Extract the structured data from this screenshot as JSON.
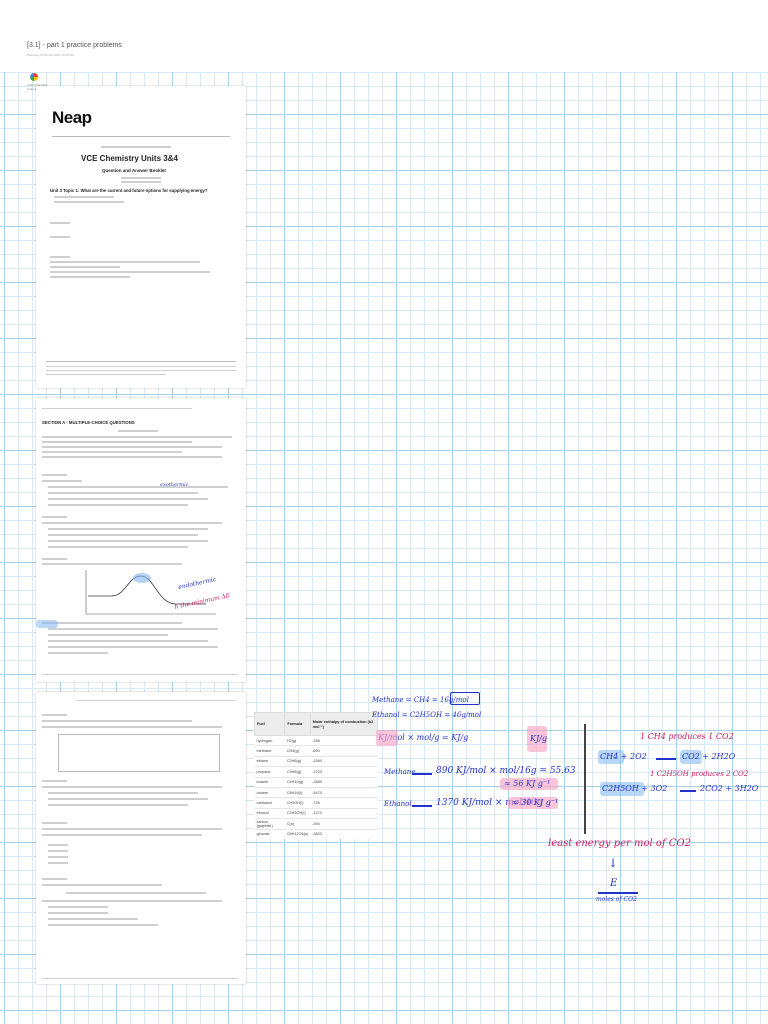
{
  "header": {
    "title": "[3.1] - part 1 practice problems",
    "meta": "Saturday, 00 Month 2024    10:00 AM"
  },
  "attachment": {
    "icon": "document-icon",
    "label": "VCE Chemistry Units 3&4"
  },
  "page1": {
    "logo": "Neap",
    "exam": "VCE Chemistry Units 3&4",
    "subtitle": "Question and Answer Booklet",
    "topic": "Unit 3 Topic 1: What are the current and future options for supplying energy?"
  },
  "page2": {
    "section": "SECTION A - MULTIPLE-CHOICE QUESTIONS"
  },
  "table": {
    "headers": [
      "Fuel",
      "Formula",
      "Molar enthalpy of combustion (kJ mol⁻¹)"
    ],
    "rows": [
      [
        "hydrogen",
        "H2(g)",
        "-286"
      ],
      [
        "methane",
        "CH4(g)",
        "-890"
      ],
      [
        "ethane",
        "C2H6(g)",
        "-1560"
      ],
      [
        "propane",
        "C3H8(g)",
        "-2220"
      ],
      [
        "butane",
        "C4H10(g)",
        "-2880"
      ],
      [
        "octane",
        "C8H18(l)",
        "-5470"
      ],
      [
        "methanol",
        "CH3OH(l)",
        "-726"
      ],
      [
        "ethanol",
        "C2H5OH(l)",
        "-1370"
      ],
      [
        "carbon (graphite)",
        "C(s)",
        "-394"
      ],
      [
        "glucose",
        "C6H12O6(s)",
        "-2803"
      ]
    ]
  },
  "notes": {
    "methane_formula": "Methane = CH4 = 16g/mol",
    "ethanol_formula": "Ethanol = C2H5OH = 46g/mol",
    "unit_eq_lhs": "KJ/mol × mol/g = KJ/g",
    "unit_box": "KJ/g",
    "methane_label": "Methane",
    "methane_calc": "890 KJ/mol × mol/16g = 55.63",
    "methane_result": "≈ 56 KJ g⁻¹",
    "ethanol_label": "Ethanol",
    "ethanol_calc": "1370 KJ/mol × mol/46g",
    "ethanol_result": "≈ 30 KJ g⁻¹",
    "ch4_produces": "1 CH4 produces 1 CO2",
    "ch4_eq_left": "CH4 + 2O2",
    "ch4_eq_right": "CO2 + 2H2O",
    "ethanol_produces": "1 C2H5OH produces 2 CO2",
    "ethanol_eq_left": "C2H5OH + 3O2",
    "ethanol_eq_right": "2CO2 + 3H2O",
    "least_energy": "least energy per mol of CO2",
    "fraction_num": "E",
    "fraction_den": "moles of CO2",
    "q_arrow_note": "endothermic",
    "q_note2": "h the minimum ΔE",
    "q_note3": "exothermic"
  },
  "colors": {
    "ink_blue": "#2431c9",
    "ink_pink": "#d4195f",
    "grid": "#a9cfe6"
  }
}
